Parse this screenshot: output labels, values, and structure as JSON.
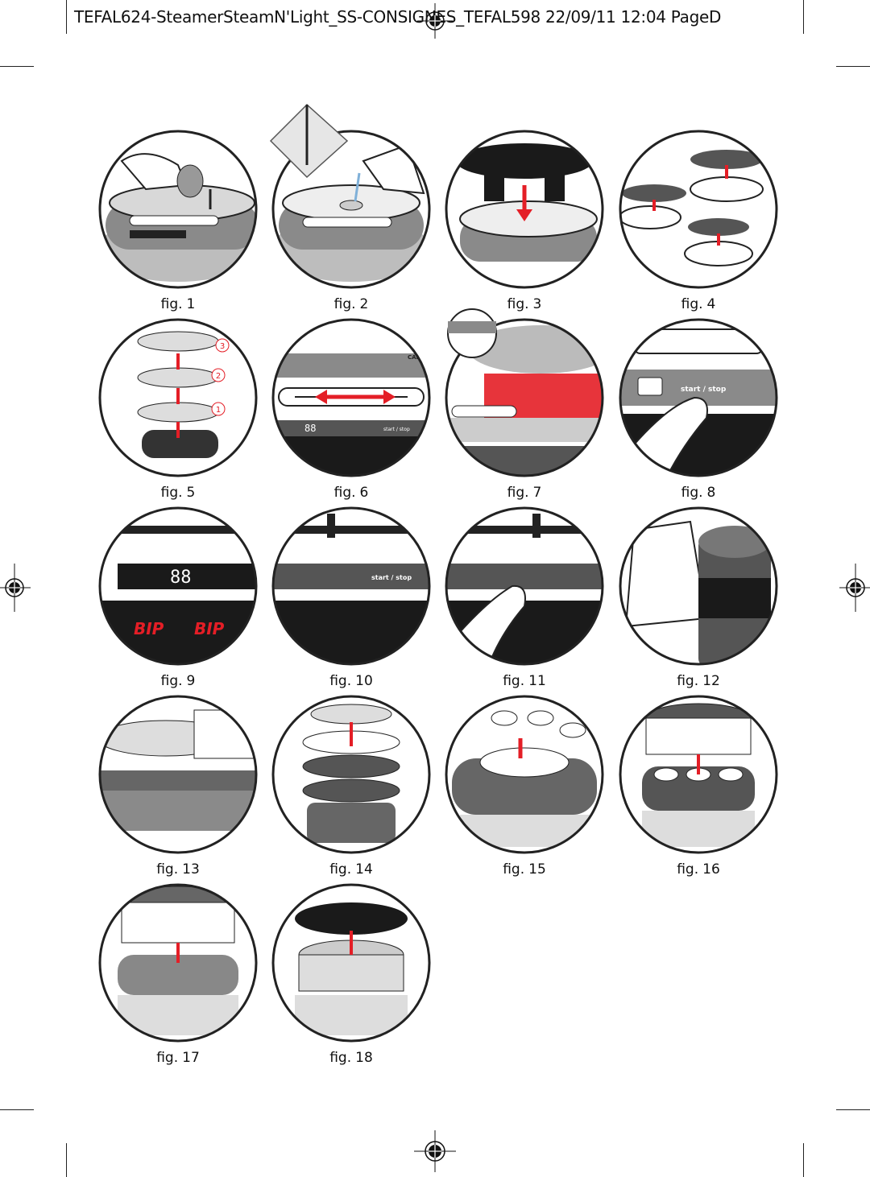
{
  "header": {
    "doc_name": "TEFAL624-SteamerSteamN'Light_SS-CONSIGNES_TEFAL598",
    "date": "22/09/11",
    "time": "12:04",
    "page": "PageD"
  },
  "figure_prefix": "fig.",
  "figures": [
    "1",
    "2",
    "3",
    "4",
    "5",
    "6",
    "7",
    "8",
    "9",
    "10",
    "11",
    "12",
    "13",
    "14",
    "15",
    "16",
    "17",
    "18"
  ],
  "panel_text": {
    "display_digits": "88",
    "start_stop": "start / stop",
    "cake": "CAKE",
    "bip": "BIP",
    "basket_numbers": [
      "3",
      "2",
      "1"
    ]
  },
  "colors": {
    "accent_red": "#e41e26",
    "dark": "#1a1a1a",
    "grey": "#8a8a8a",
    "light_grey": "#d8d8d8"
  }
}
